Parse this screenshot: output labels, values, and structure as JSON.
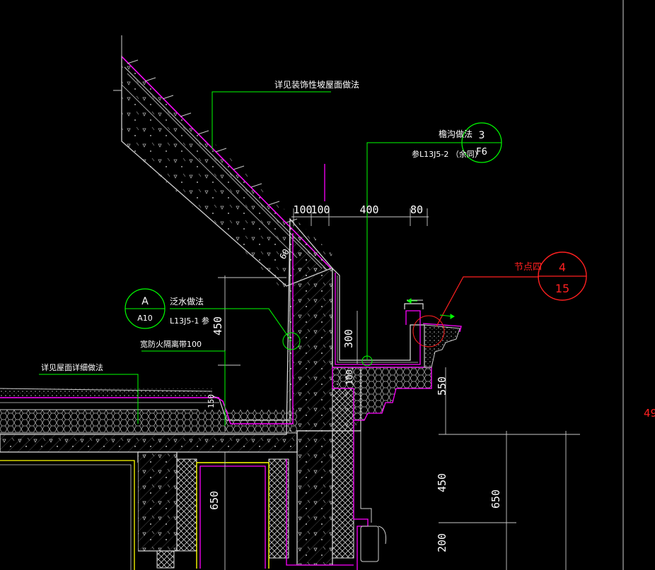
{
  "annotations": {
    "roof_note": "详见装饰性坡屋面做法",
    "gutter_note": "檐沟做法",
    "gutter_ref": "参L13J5-2 （余同）",
    "flashing_note": "泛水做法",
    "flashing_ref": "L13J5-1 参",
    "firewall_note": "宽防火隔离带100",
    "flat_roof_note": "详见屋面详细做法",
    "node_label": "节点四",
    "edge_number": "49"
  },
  "callouts": {
    "gutter": {
      "top": "3",
      "bottom": "F6"
    },
    "flashing": {
      "top": "A",
      "bottom": "A10"
    },
    "node": {
      "top": "4",
      "bottom": "15"
    }
  },
  "dimensions": {
    "d100a": "100",
    "d100b": "100",
    "d400": "400",
    "d80": "80",
    "d60": "60",
    "d450_left": "450",
    "d300": "300",
    "d100_small": "100",
    "d550": "550",
    "d450_right": "450",
    "d650_right": "650",
    "d200": "200",
    "d650_left": "650",
    "d150": "150"
  },
  "colors": {
    "background": "#000000",
    "green": "#00ff00",
    "magenta": "#ff00ff",
    "red": "#ff2020",
    "white": "#ffffff",
    "yellow": "#ffff00",
    "gray": "#c8c8c8"
  }
}
